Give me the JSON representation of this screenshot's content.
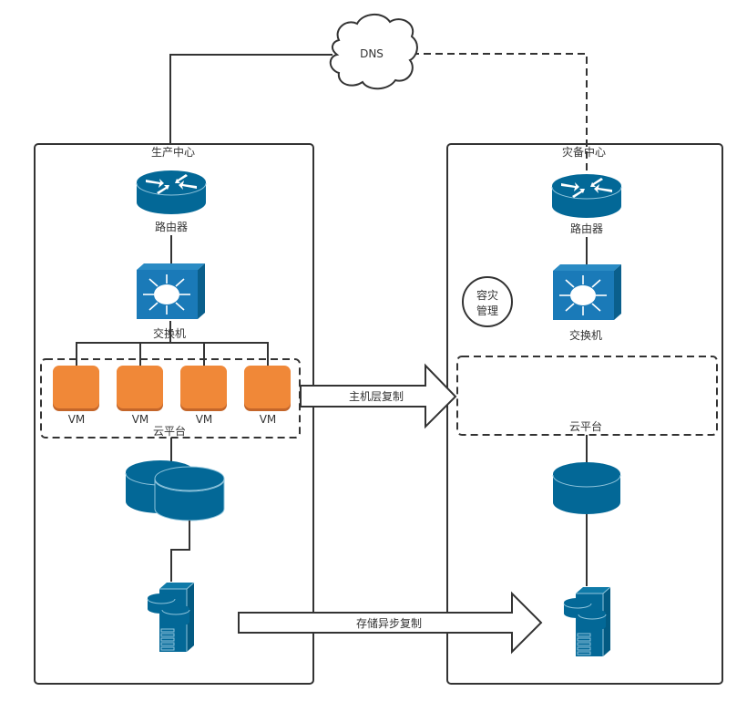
{
  "diagram": {
    "dns": {
      "label": "DNS"
    },
    "production": {
      "title": "生产中心",
      "router_label": "路由器",
      "switch_label": "交换机",
      "vms": [
        {
          "label": "VM"
        },
        {
          "label": "VM"
        },
        {
          "label": "VM"
        },
        {
          "label": "VM"
        }
      ],
      "cloud_label": "云平台"
    },
    "disaster_recovery": {
      "title": "灾备中心",
      "router_label": "路由器",
      "switch_label": "交换机",
      "dr_management": {
        "line1": "容灾",
        "line2": "管理"
      },
      "cloud_label": "云平台"
    },
    "arrows": {
      "host_replication": "主机层复制",
      "storage_replication": "存储异步复制"
    },
    "colors": {
      "device_blue": "#036897",
      "switch_blue": "#1a7ab8",
      "vm_orange": "#f08838",
      "line": "#333333"
    }
  }
}
